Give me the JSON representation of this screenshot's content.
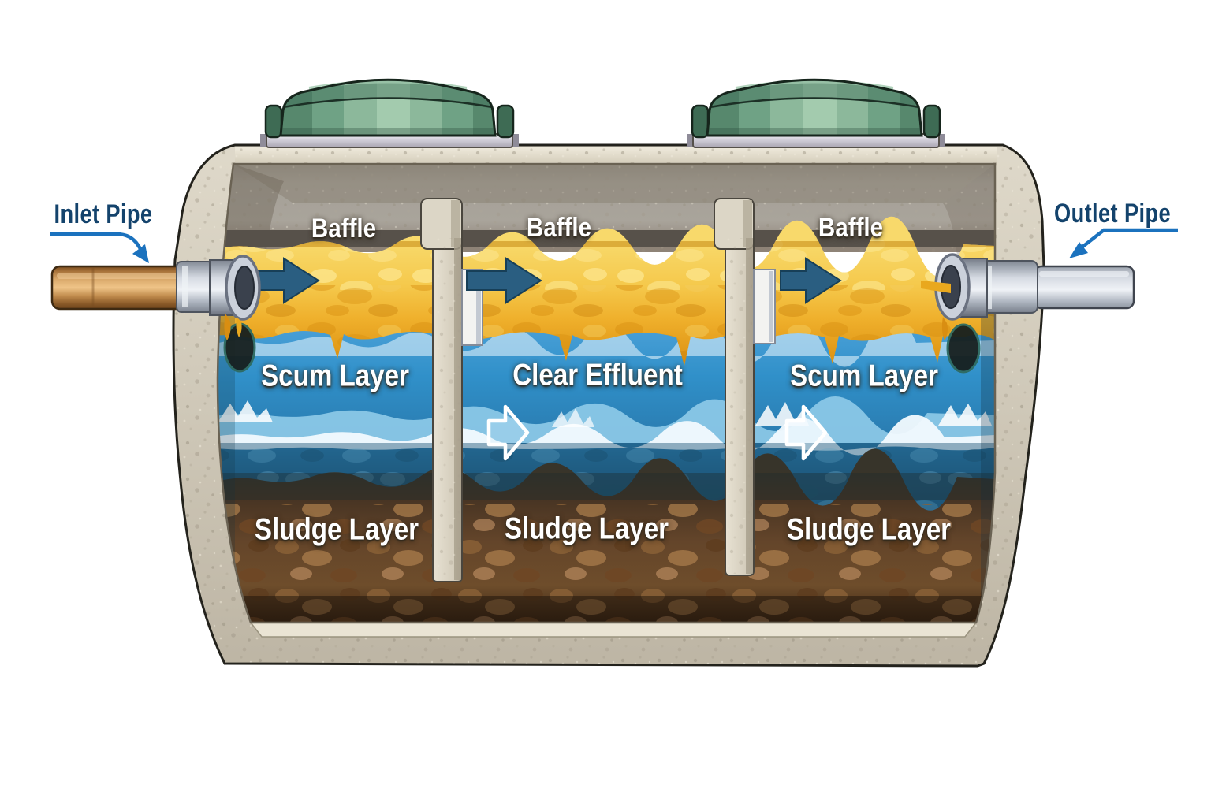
{
  "diagram": {
    "annotations": {
      "inlet_pipe": "Inlet Pipe",
      "outlet_pipe": "Outlet Pipe"
    },
    "baffle_labels": [
      "Baffle",
      "Baffle",
      "Baffle"
    ],
    "chambers": [
      {
        "layer_label": "Scum Layer",
        "bottom_label": "Sludge Layer"
      },
      {
        "layer_label": "Clear Effluent",
        "bottom_label": "Sludge Layer"
      },
      {
        "layer_label": "Scum Layer",
        "bottom_label": "Sludge Layer"
      }
    ],
    "colors": {
      "label_navy": "#14436C",
      "leader_arrow": "#1B72BE",
      "flow_arrow": "#2A5E81",
      "scum_yellow": "#F2C440",
      "effluent_blue": "#2E86C0",
      "sludge_brown": "#5E4023",
      "concrete": "#CFC8B8",
      "lid_green": "#6FA083",
      "pipe_copper": "#C08B4C",
      "pipe_gray": "#AEB5C0"
    }
  }
}
